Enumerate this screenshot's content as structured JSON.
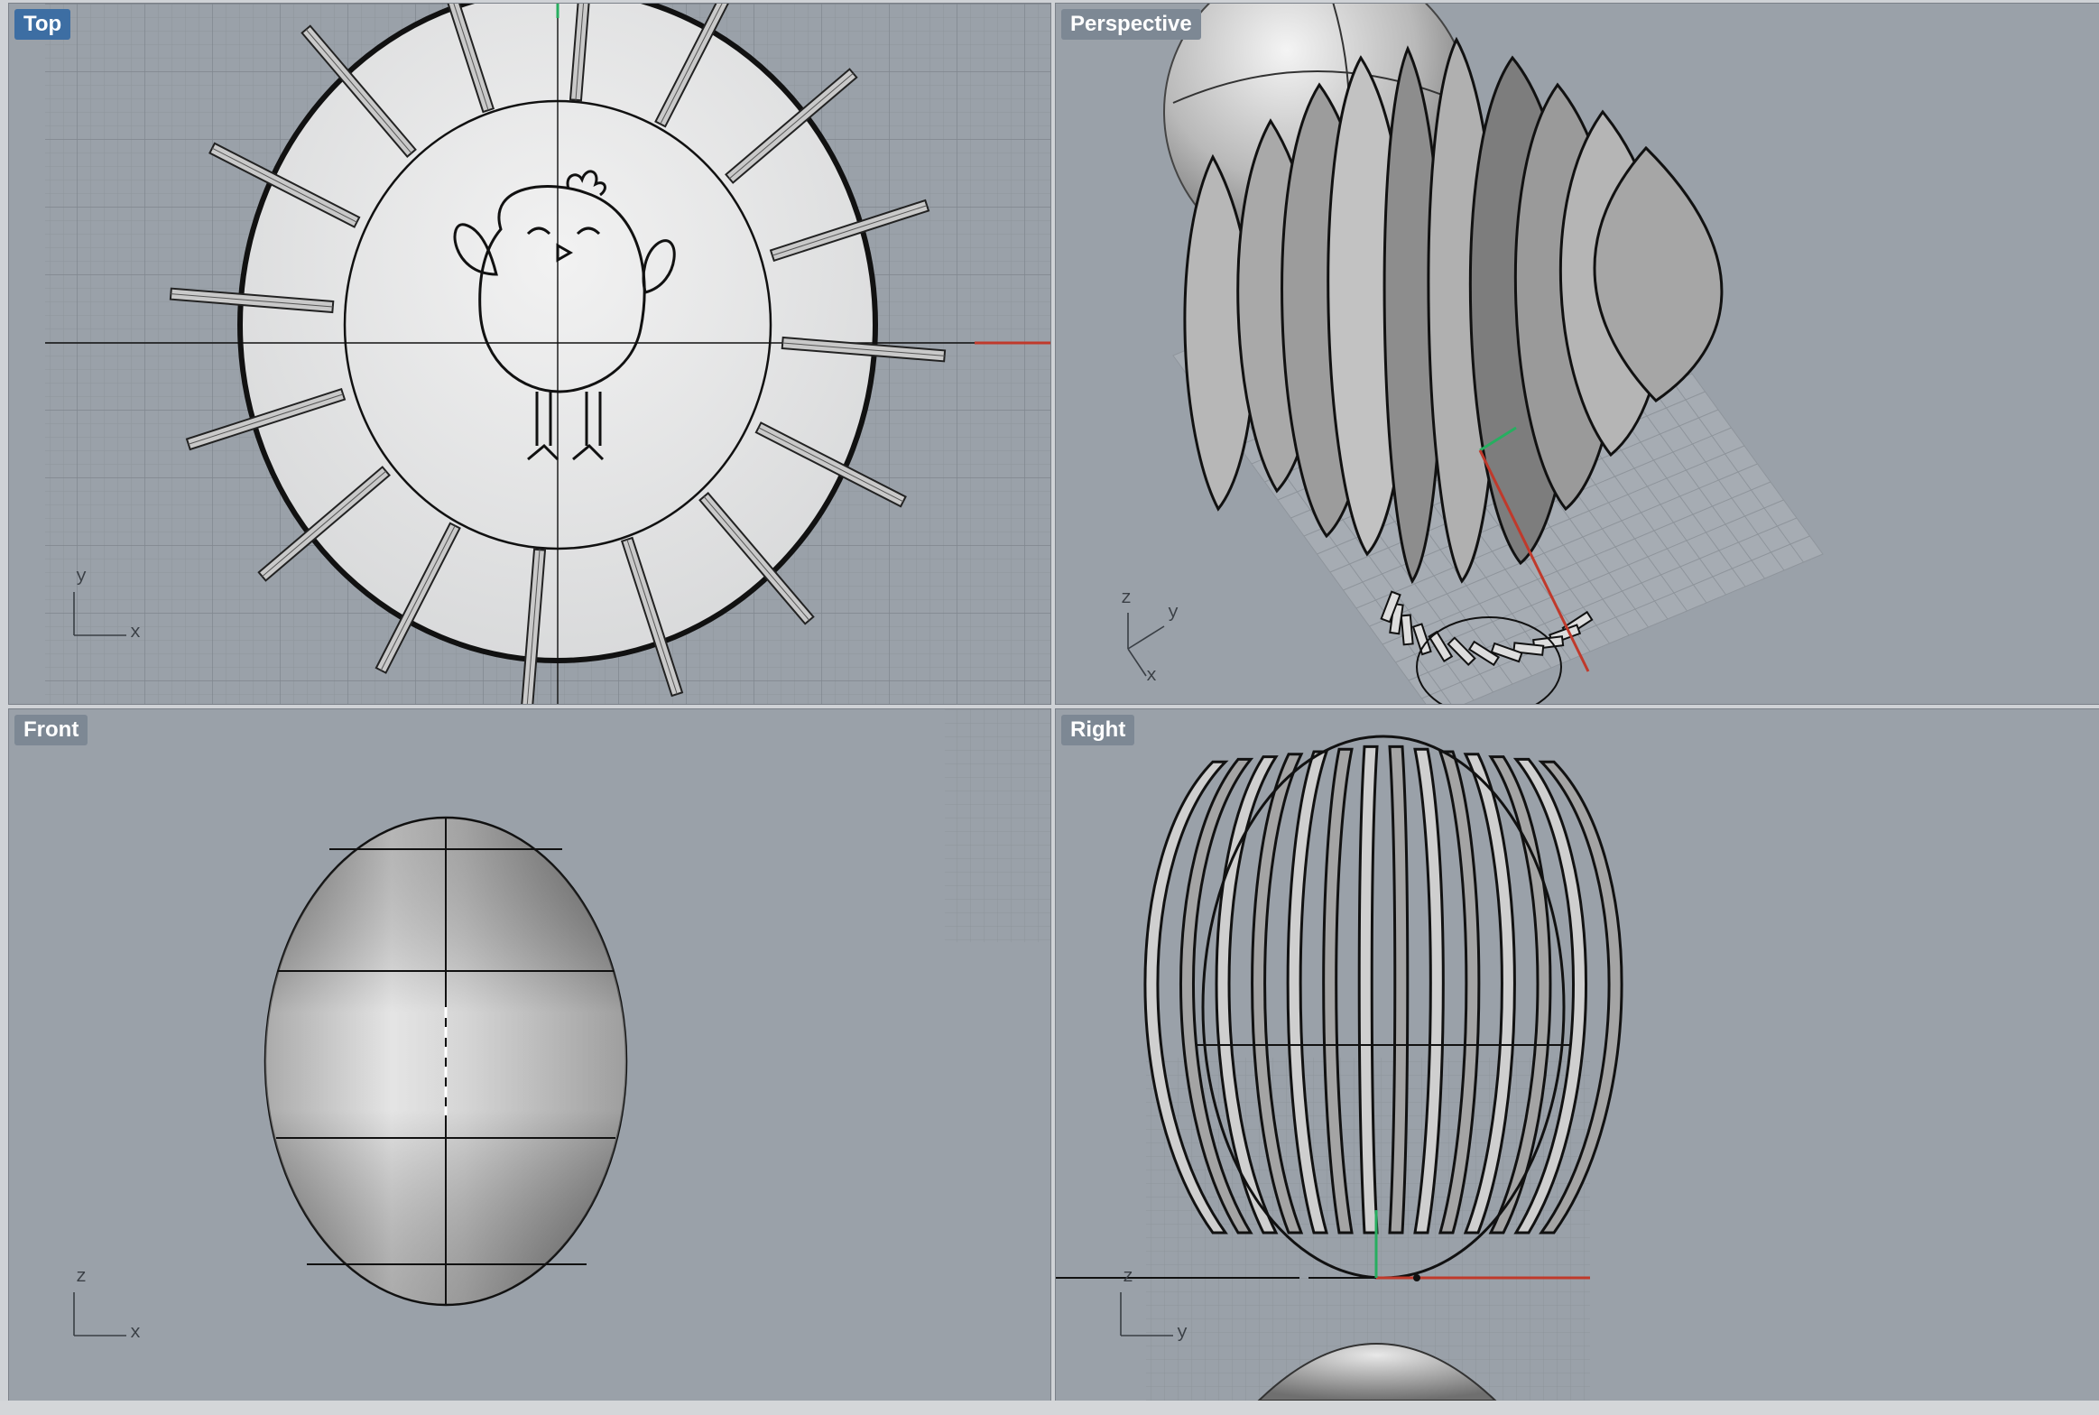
{
  "viewports": {
    "top": {
      "label": "Top",
      "active": true,
      "axis_h": "x",
      "axis_v": "y"
    },
    "perspective": {
      "label": "Perspective",
      "active": false,
      "axis_x": "x",
      "axis_y": "y",
      "axis_z": "z"
    },
    "front": {
      "label": "Front",
      "active": false,
      "axis_h": "x",
      "axis_v": "z"
    },
    "right": {
      "label": "Right",
      "active": false,
      "axis_h": "y",
      "axis_v": "z"
    }
  },
  "colors": {
    "viewport_bg": "#9aa1a9",
    "grid": "#8a9098",
    "active_label": "#3d6ea3",
    "inactive_label": "#7d8894",
    "x_axis": "#c0392b",
    "y_axis": "#27ae60",
    "surface": "#e6e7e8"
  }
}
